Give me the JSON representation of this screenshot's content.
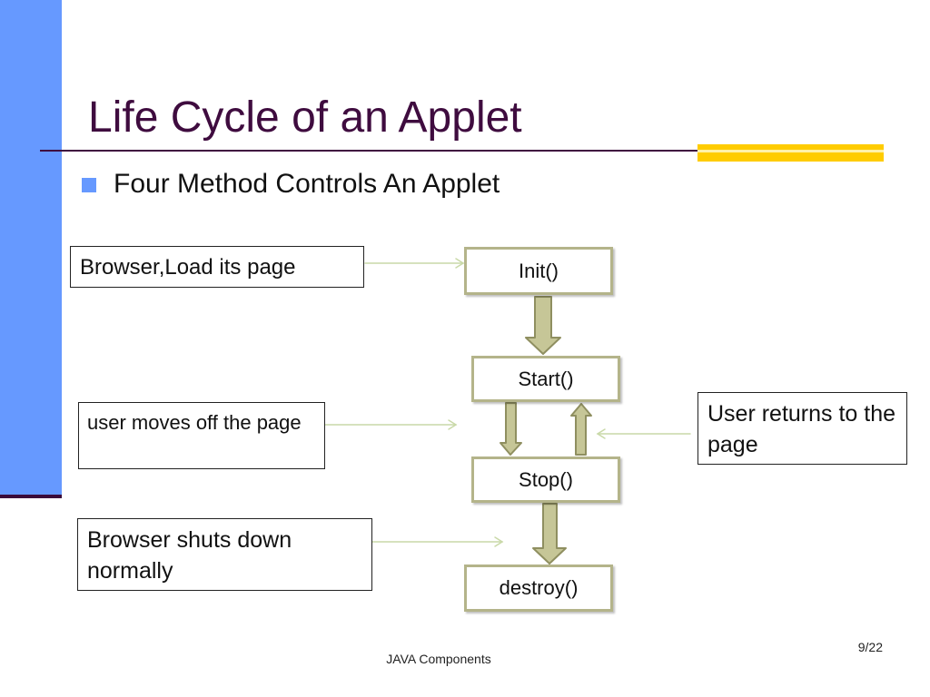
{
  "slide": {
    "title": "Life Cycle of an Applet",
    "bullet": "Four Method Controls An Applet",
    "footer": "JAVA Components",
    "page_number": "9/22"
  },
  "diagram": {
    "nodes": {
      "init": "Init()",
      "start": "Start()",
      "stop": "Stop()",
      "destroy": "destroy()"
    },
    "annotations": {
      "load": "Browser,Load its page",
      "moves_off": "user moves off the page",
      "returns": "User returns to the page",
      "shuts_down": "Browser shuts down normally"
    }
  },
  "colors": {
    "left_bar": "#6699ff",
    "title_text": "#3f0c3f",
    "accent_bar": "#ffcc00",
    "flow_arrow_fill": "#c6c697",
    "flow_arrow_stroke": "#8f8f60",
    "pointer_arrow": "#c9d9a8"
  }
}
